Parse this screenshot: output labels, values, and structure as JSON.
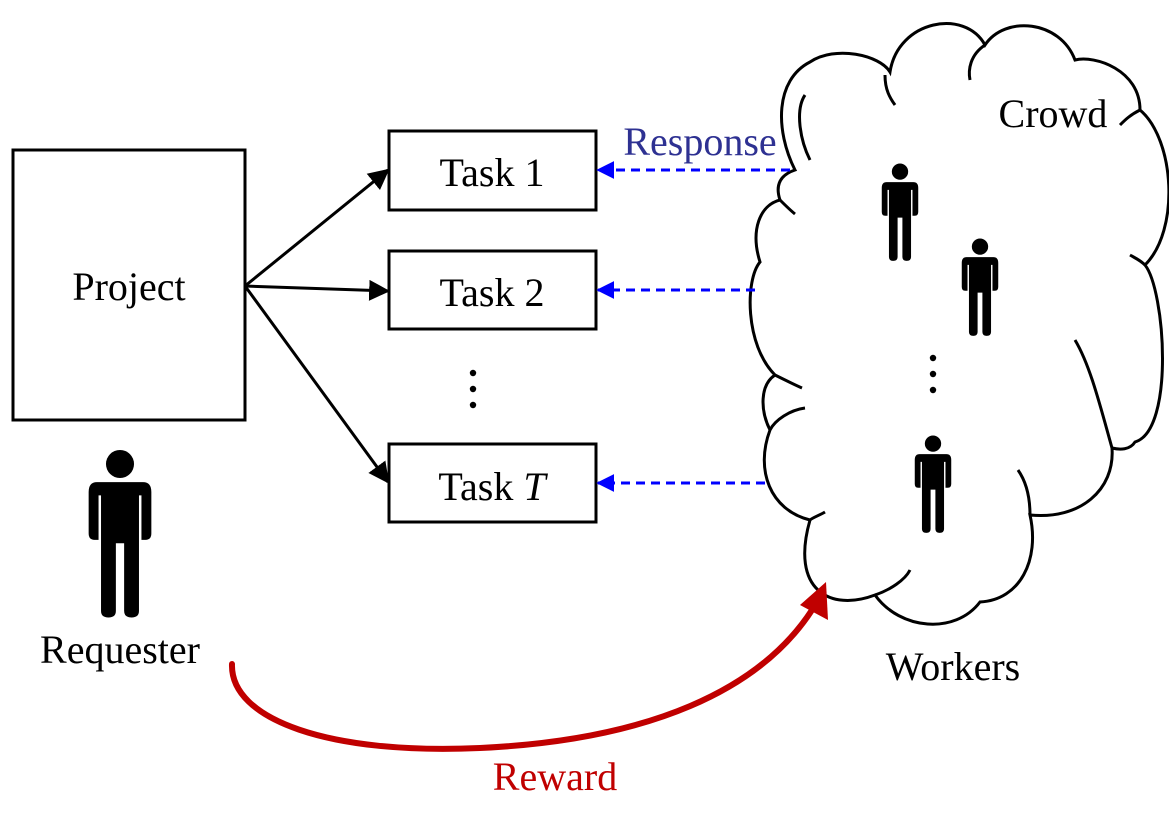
{
  "project": {
    "label": "Project"
  },
  "requester": {
    "label": "Requester"
  },
  "tasks": [
    {
      "prefix": "Task ",
      "suffix": "1",
      "suffix_italic": false
    },
    {
      "prefix": "Task ",
      "suffix": "2",
      "suffix_italic": false
    },
    {
      "prefix": "Task ",
      "suffix": "T",
      "suffix_italic": true
    }
  ],
  "ellipsis": "⋮",
  "crowd": {
    "label": "Crowd",
    "ellipsis": "⋮"
  },
  "workers": {
    "label": "Workers"
  },
  "response": {
    "label": "Response"
  },
  "reward": {
    "label": "Reward"
  },
  "colors": {
    "ink": "#000000",
    "response": "#2E3192",
    "response_arrow": "#0000FF",
    "reward": "#C00000",
    "background": "#FFFFFF"
  }
}
